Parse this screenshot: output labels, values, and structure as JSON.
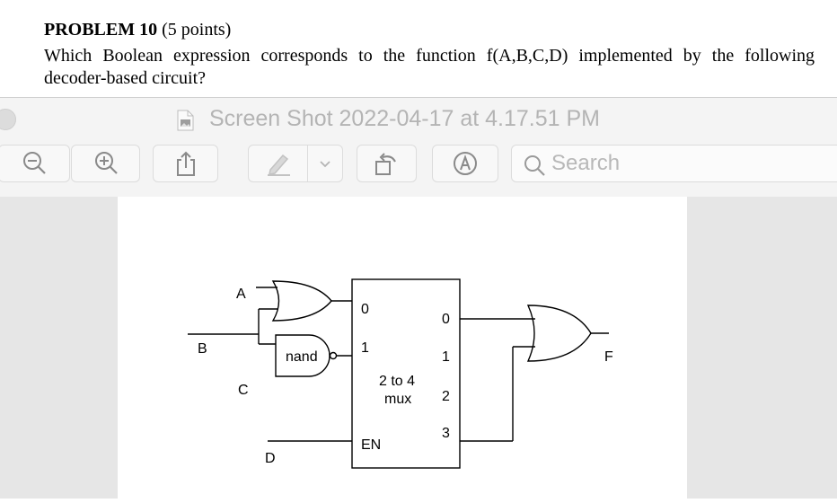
{
  "problem": {
    "title_bold": "PROBLEM 10",
    "title_rest": " (5 points)",
    "question_line1": "Which Boolean expression corresponds to the function f(A,B,C,D) implemented by the following",
    "question_line2": "decoder-based circuit?"
  },
  "window": {
    "title": "Screen Shot 2022-04-17 at 4.17.51 PM"
  },
  "toolbar": {
    "search_placeholder": "Search"
  },
  "circuit": {
    "input_a": "A",
    "input_b": "B",
    "input_c": "C",
    "input_d": "D",
    "nand_label": "nand",
    "mux_in_0": "0",
    "mux_in_1": "1",
    "mux_label_line1": "2 to 4",
    "mux_label_line2": "mux",
    "mux_en": "EN",
    "mux_out_0": "0",
    "mux_out_1": "1",
    "mux_out_2": "2",
    "mux_out_3": "3",
    "output_f": "F"
  }
}
